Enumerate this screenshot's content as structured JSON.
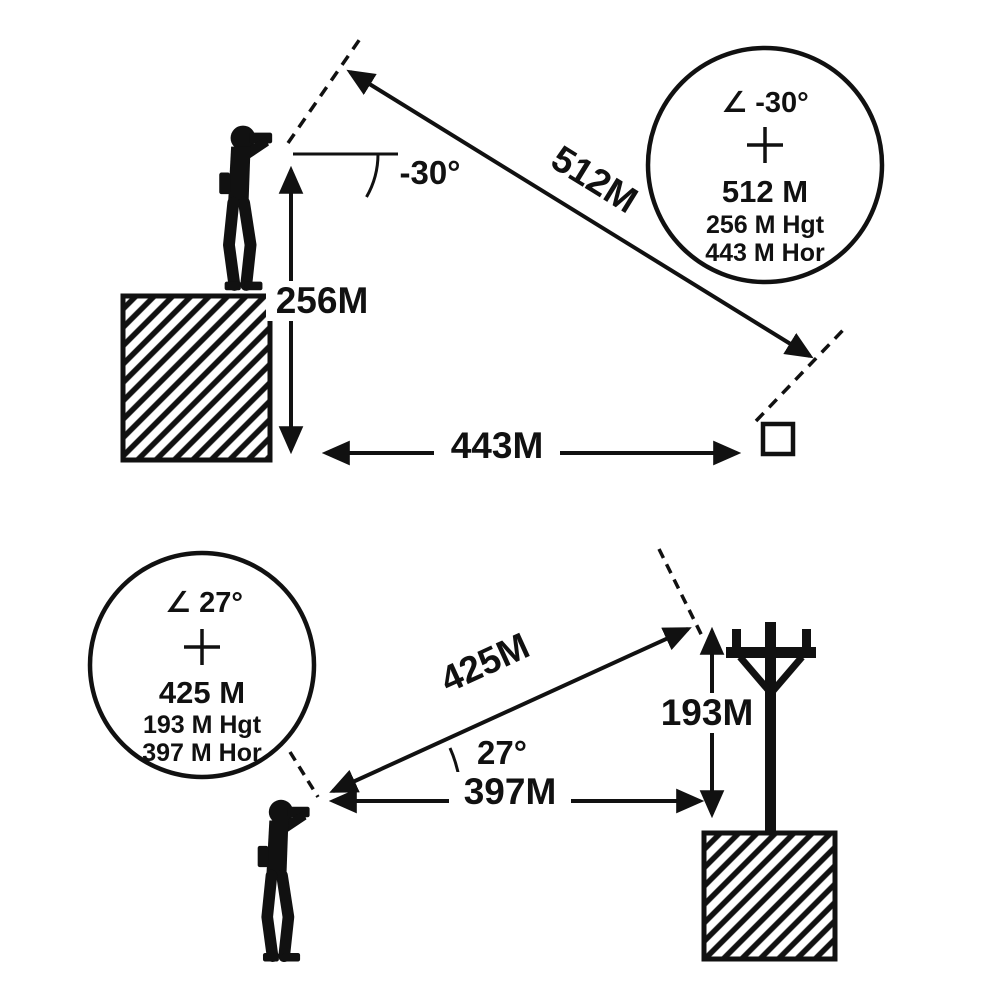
{
  "top": {
    "slant": "512M",
    "angle": "-30°",
    "height": "256M",
    "horizontal": "443M",
    "vf": {
      "angle": "∠ -30°",
      "dist": "512 M",
      "hgt": "256 M Hgt",
      "hor": "443 M Hor"
    }
  },
  "bottom": {
    "slant": "425M",
    "angle": "27°",
    "height": "193M",
    "horizontal": "397M",
    "vf": {
      "angle": "∠ 27°",
      "dist": "425 M",
      "hgt": "193 M Hgt",
      "hor": "397 M Hor"
    }
  },
  "icons": {
    "reticle": "crosshair-plus",
    "observer": "person-with-binoculars",
    "target_top": "square-target",
    "target_bottom": "utility-pole"
  },
  "colors": {
    "ink": "#111111",
    "background": "#ffffff"
  }
}
